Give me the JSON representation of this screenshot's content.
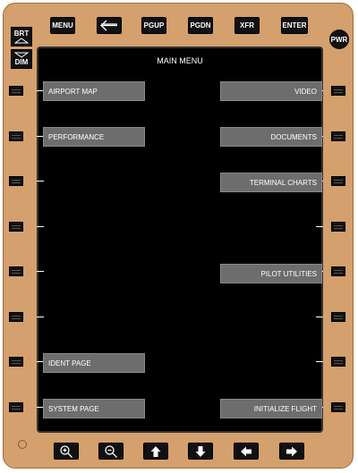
{
  "top_buttons": {
    "menu": "MENU",
    "back_icon": "left-arrow-icon",
    "pgup": "PGUP",
    "pgdn": "PGDN",
    "xfr": "XFR",
    "enter": "ENTER"
  },
  "pwr": "PWR",
  "brightness": {
    "brt": "BRT",
    "dim": "DIM"
  },
  "screen": {
    "title": "MAIN MENU",
    "left_items": [
      "AIRPORT MAP",
      "PERFORMANCE",
      "",
      "",
      "",
      "",
      "IDENT PAGE",
      "SYSTEM PAGE"
    ],
    "right_items": [
      "VIDEO",
      "DOCUMENTS",
      "TERMINAL CHARTS",
      "",
      "PILOT UTILITIES",
      "",
      "",
      "INITIALIZE FLIGHT"
    ]
  },
  "bottom_buttons": [
    "zoom-in-icon",
    "zoom-out-icon",
    "arrow-up-icon",
    "arrow-down-icon",
    "arrow-left-icon",
    "arrow-right-icon"
  ],
  "colors": {
    "bezel": "#d4a06d",
    "screen": "#000000",
    "menu_item": "#6d6d6d",
    "button": "#111111"
  }
}
